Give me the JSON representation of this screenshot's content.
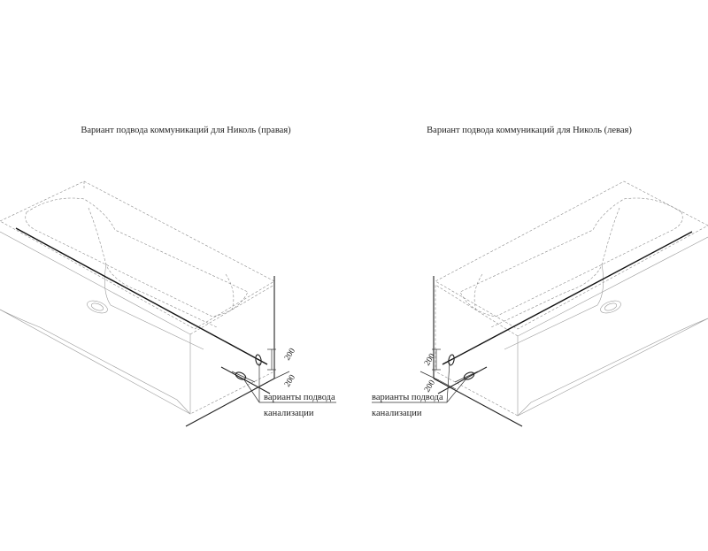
{
  "diagrams": [
    {
      "title": "Вариант подвода коммуникаций для Николь (правая)",
      "dim_vertical": "200",
      "dim_horizontal": "200",
      "label_line1": "варианты подвода",
      "label_line2": "канализации"
    },
    {
      "title": "Вариант подвода коммуникаций для Николь (левая)",
      "dim_vertical": "200",
      "dim_horizontal": "200",
      "label_line1": "варианты подвода",
      "label_line2": "канализации"
    }
  ],
  "colors": {
    "ink": "#222222",
    "ghost": "#8a8a8a",
    "background": "#ffffff"
  }
}
